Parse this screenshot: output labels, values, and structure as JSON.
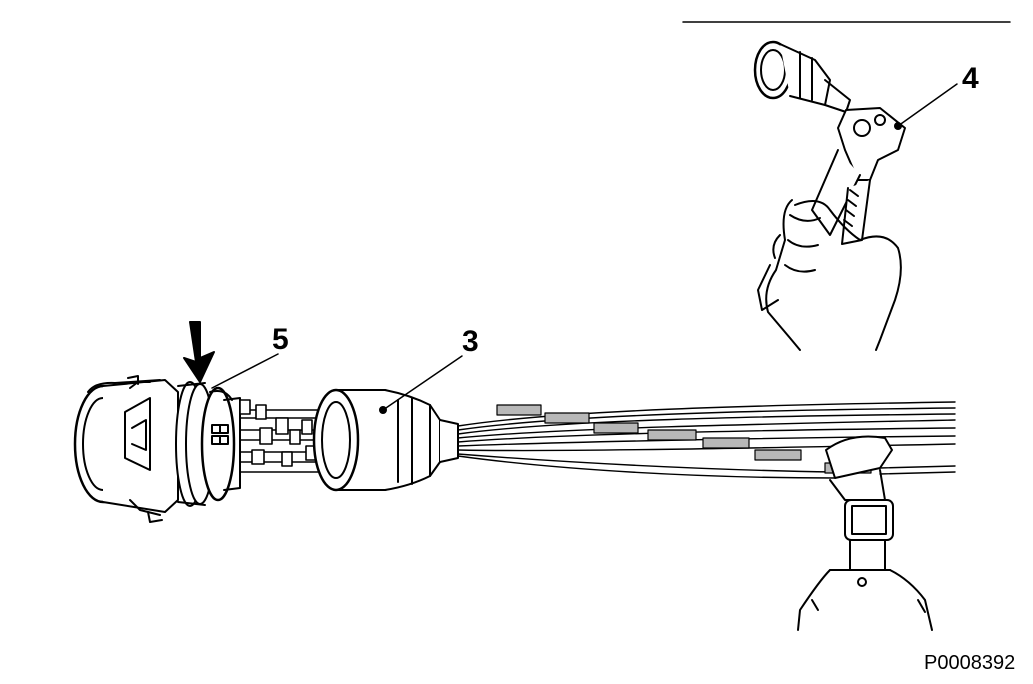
{
  "labels": {
    "callout_3": "3",
    "callout_4": "4",
    "callout_5": "5"
  },
  "figure_id": "P0008392",
  "colors": {
    "ink": "#000000",
    "paper": "#ffffff",
    "tape": "#b8b8b8"
  }
}
